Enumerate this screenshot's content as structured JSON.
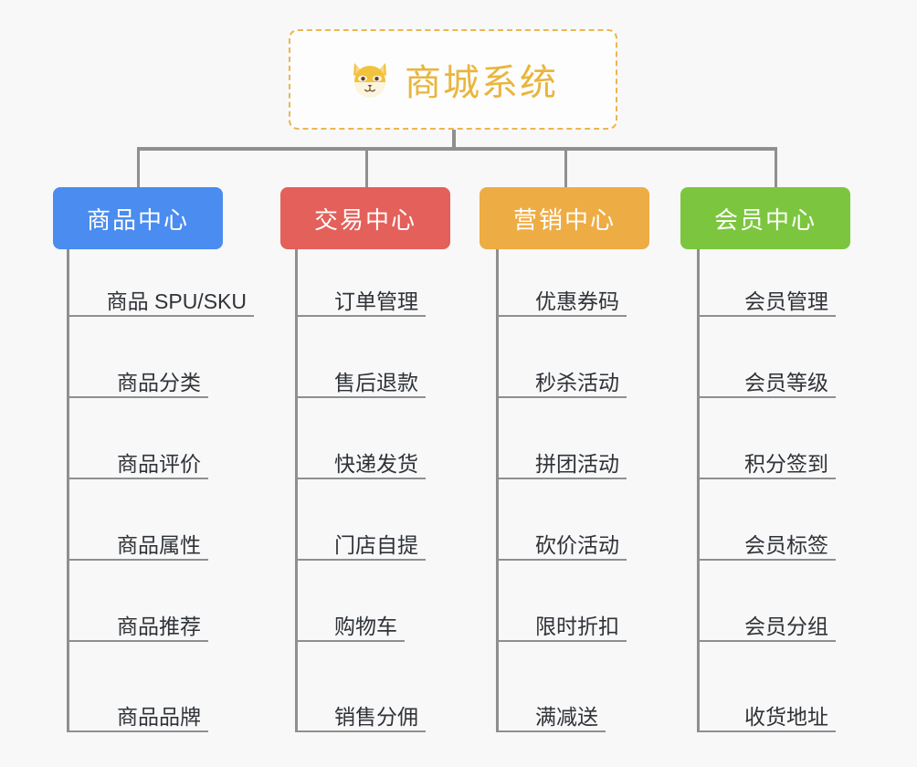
{
  "root": {
    "title": "商城系统",
    "icon": "shiba-dog-icon",
    "border_color": "#edb552",
    "title_color": "#e9b53c"
  },
  "connector": {
    "color": "#8f8f8f"
  },
  "background_color": "#f8f8f8",
  "columns": [
    {
      "id": "product-center",
      "header": "商品中心",
      "color": "#4a8cf0",
      "items": [
        "商品 SPU/SKU",
        "商品分类",
        "商品评价",
        "商品属性",
        "商品推荐",
        "商品品牌"
      ]
    },
    {
      "id": "trade-center",
      "header": "交易中心",
      "color": "#e4605a",
      "items": [
        "订单管理",
        "售后退款",
        "快递发货",
        "门店自提",
        "购物车",
        "销售分佣"
      ]
    },
    {
      "id": "marketing-center",
      "header": "营销中心",
      "color": "#eeac44",
      "items": [
        "优惠券码",
        "秒杀活动",
        "拼团活动",
        "砍价活动",
        "限时折扣",
        "满减送"
      ]
    },
    {
      "id": "member-center",
      "header": "会员中心",
      "color": "#7cc63f",
      "items": [
        "会员管理",
        "会员等级",
        "积分签到",
        "会员标签",
        "会员分组",
        "收货地址"
      ]
    }
  ]
}
